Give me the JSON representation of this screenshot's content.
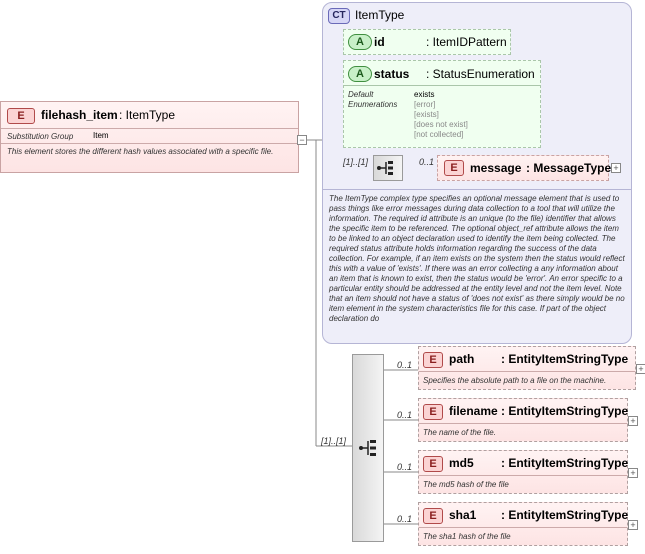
{
  "root_element": {
    "badge": "E",
    "name": "filehash_item",
    "type": ": ItemType",
    "substitution_label": "Substitution Group",
    "substitution_value": "Item",
    "doc": "This element stores the different hash values associated with a specific file."
  },
  "complex_type": {
    "badge": "CT",
    "name": "ItemType",
    "attributes": [
      {
        "badge": "A",
        "name": "id",
        "type": ": ItemIDPattern"
      },
      {
        "badge": "A",
        "name": "status",
        "type": ": StatusEnumeration"
      }
    ],
    "default_label": "Default",
    "enumerations_label": "Enumerations",
    "default_value": "exists",
    "enum_values": [
      "[error]",
      "[exists]",
      "[does not exist]",
      "[not collected]"
    ],
    "message_multiplicity": "[1]..[1]",
    "message_occurs": "0..1",
    "message": {
      "badge": "E",
      "name": "message",
      "type": ": MessageType"
    },
    "doc": "The ItemType complex type specifies an optional message element that is used to pass things like error messages during data collection to a tool that will utilize the information. The required id attribute is an unique (to the file) identifier that allows the specific item to be referenced. The optional object_ref attribute allows the item to be linked to an object declaration used to identify the item being collected. The required status attribute holds information regarding the success of the data collection. For example, if an item exists on the system then the status would reflect this with a value of 'exists'. If there was an error collecting a any information about an item that is known to exist, then the status would be 'error'. An error specific to a particular entity should be addressed at the entity level and not the item level. Note that an item should not have a status of 'does not exist' as there simply would be no item element in the system characteristics file for this case. If part of the object declaration do"
  },
  "sequence_multiplicity": "[1]..[1]",
  "children": [
    {
      "badge": "E",
      "occurs": "0..1",
      "name": "path",
      "type": ": EntityItemStringType",
      "doc": "Specifies the absolute path to a file on the machine."
    },
    {
      "badge": "E",
      "occurs": "0..1",
      "name": "filename",
      "type": ": EntityItemStringType",
      "doc": "The name of the file."
    },
    {
      "badge": "E",
      "occurs": "0..1",
      "name": "md5",
      "type": ": EntityItemStringType",
      "doc": "The md5 hash of the file"
    },
    {
      "badge": "E",
      "occurs": "0..1",
      "name": "sha1",
      "type": ": EntityItemStringType",
      "doc": "The sha1 hash of the file"
    }
  ],
  "colors": {
    "element_border": "#c9a3a3",
    "element_badge": "#fbd3d3",
    "attribute_badge": "#c8f0c8",
    "complex_type_bg": "#eeeef9"
  }
}
